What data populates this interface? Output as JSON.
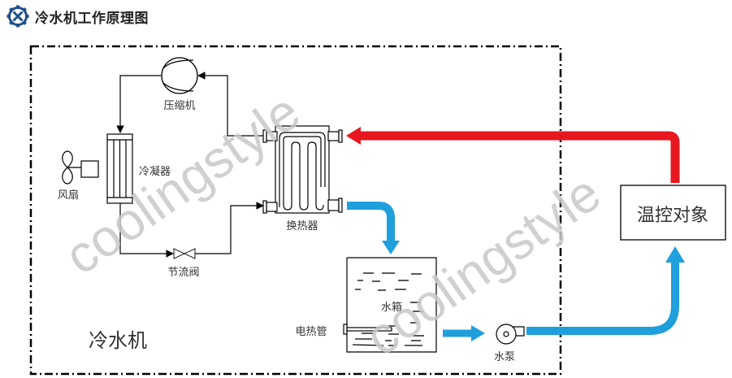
{
  "header": {
    "title": "冷水机工作原理图",
    "icon": "gear-icon"
  },
  "diagram": {
    "chiller_label": "冷水机",
    "components": {
      "compressor": "压缩机",
      "condenser": "冷凝器",
      "fan": "风扇",
      "throttle_valve": "节流阀",
      "heat_exchanger": "换热器",
      "water_tank": "水箱",
      "electric_heater": "电热管",
      "water_pump": "水泵",
      "temp_control_target": "温控对象"
    },
    "colors": {
      "hot_return": "#e8171f",
      "cold_supply": "#1f9fdb",
      "brand_gear": "#1e4e8c"
    },
    "watermarks": [
      "coolingstyle",
      "coolingstyle"
    ]
  }
}
